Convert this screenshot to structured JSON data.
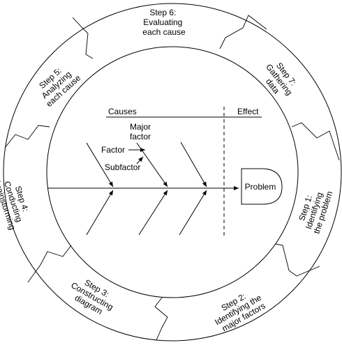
{
  "steps": {
    "step1": {
      "title": "Step 1:",
      "l1": "Identifying",
      "l2": "the problem"
    },
    "step2": {
      "title": "Step 2:",
      "l1": "Identifying the",
      "l2": "major factors"
    },
    "step3": {
      "title": "Step 3:",
      "l1": "Constructing",
      "l2": "diagram"
    },
    "step4": {
      "title": "Step 4:",
      "l1": "Conducting",
      "l2": "brainstorming"
    },
    "step5": {
      "title": "Step 5:",
      "l1": "Analyzing",
      "l2": "each cause"
    },
    "step6": {
      "title": "Step 6:",
      "l1": "Evaluating",
      "l2": "each cause"
    },
    "step7": {
      "title": "Step 7:",
      "l1": "Gathering",
      "l2": "data"
    }
  },
  "fishbone": {
    "causes_label": "Causes",
    "effect_label": "Effect",
    "major_factor_l1": "Major",
    "major_factor_l2": "factor",
    "factor_label": "Factor",
    "subfactor_label": "Subfactor",
    "problem_label": "Problem"
  }
}
